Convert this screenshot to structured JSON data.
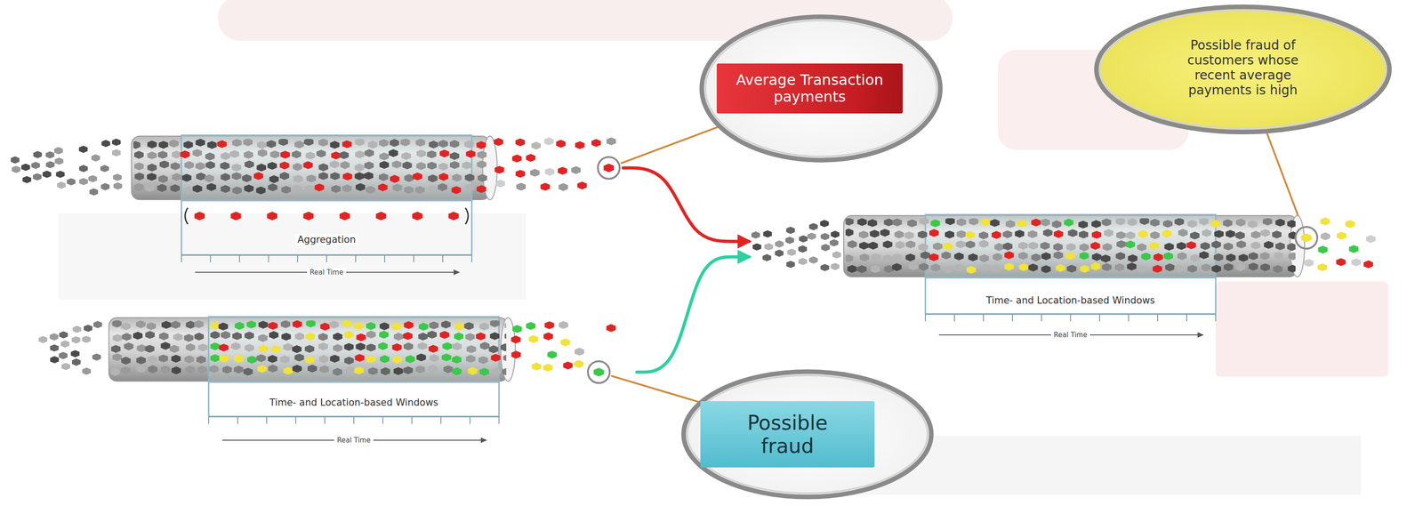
{
  "diagram": {
    "nodes": [
      {
        "text": [
          "Average Transaction payments"
        ]
      },
      {
        "text": [
          "Possible fraud of customers whose recent average payments is high"
        ]
      },
      {
        "text": [
          "Aggregation",
          "Real Time"
        ]
      },
      {
        "text": [
          "Time- and Location-based Windows",
          "Real Time"
        ]
      },
      {
        "text": [
          "Time- and Location-based Windows",
          "Real Time"
        ]
      },
      {
        "text": [
          "Possible fraud"
        ]
      }
    ],
    "edges": [
      {
        "from": 2,
        "to": 3,
        "arrow": "to"
      },
      {
        "from": 4,
        "to": 3,
        "arrow": "to"
      },
      {
        "from": 0,
        "to": 2,
        "arrow": "none"
      },
      {
        "from": 5,
        "to": 4,
        "arrow": "none"
      },
      {
        "from": 1,
        "to": 3,
        "arrow": "none"
      }
    ]
  }
}
